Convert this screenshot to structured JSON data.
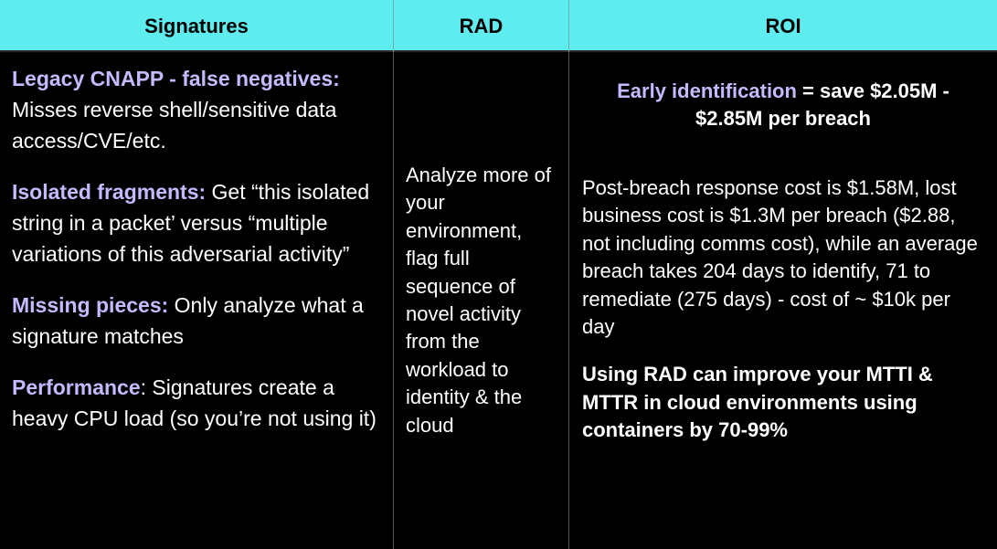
{
  "headers": {
    "signatures": "Signatures",
    "rad": "RAD",
    "roi": "ROI"
  },
  "signatures": [
    {
      "label": "Legacy CNAPP - false negatives:",
      "text": " Misses reverse shell/sensitive data access/CVE/etc."
    },
    {
      "label": "Isolated fragments:",
      "text": " Get “this isolated string in a packet’ versus “multiple variations of this adversarial activity”"
    },
    {
      "label": "Missing pieces:",
      "text": " Only analyze what a signature matches"
    },
    {
      "label": "Performance",
      "text": ": Signatures create a heavy CPU load (so you’re not using it)"
    }
  ],
  "rad": {
    "text": "Analyze more of your environment, flag full sequence of novel activity from the workload to identity & the cloud"
  },
  "roi": {
    "headline_label": "Early identification",
    "headline_text": " = save $2.05M - $2.85M per breach",
    "body": "Post-breach response cost is $1.58M, lost business cost is $1.3M per breach ($2.88, not including comms cost), while an average breach takes 204 days to identify, 71 to remediate (275 days) - cost of ~ $10k per day",
    "conclusion": "Using RAD can improve your MTTI & MTTR in cloud environments using containers by 70-99%"
  },
  "colors": {
    "header_bg": "#5eecef",
    "label": "#c7b9ff",
    "background": "#000000",
    "text": "#ffffff"
  }
}
